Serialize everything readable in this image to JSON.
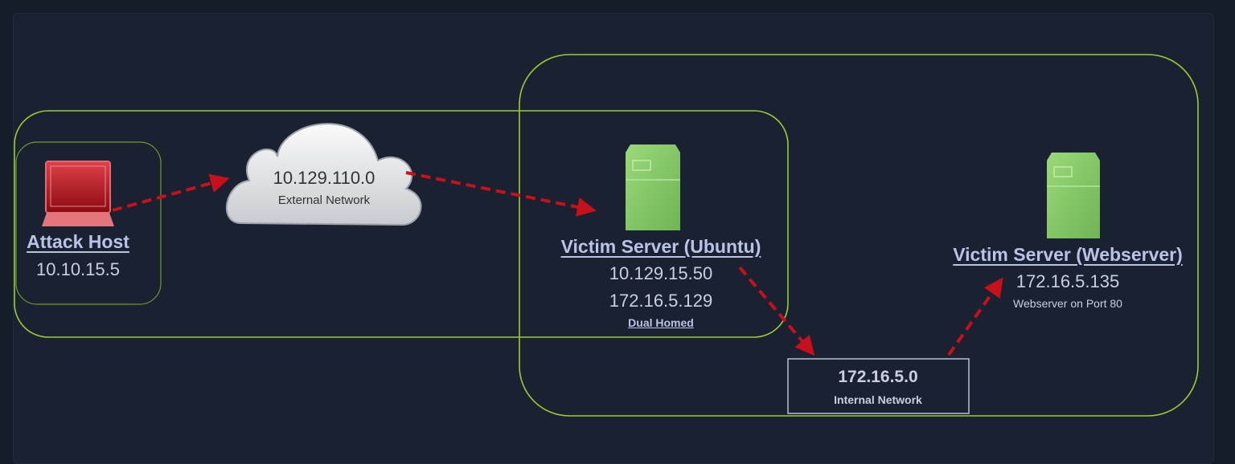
{
  "attack_host": {
    "title": "Attack Host",
    "ip": "10.10.15.5"
  },
  "external_network": {
    "ip": "10.129.110.0",
    "label": "External Network"
  },
  "ubuntu": {
    "title": "Victim Server (Ubuntu)",
    "ips": [
      "10.129.15.50",
      "172.16.5.129"
    ],
    "note": "Dual Homed"
  },
  "webserver": {
    "title": "Victim Server (Webserver)",
    "ip": "172.16.5.135",
    "note": "Webserver on Port 80"
  },
  "internal_network": {
    "ip": "172.16.5.0",
    "label": "Internal Network"
  },
  "colors": {
    "zone": "#9acd32",
    "arrow": "#c8101a",
    "server": "#8ccf6a",
    "laptop": "#c0181e"
  }
}
